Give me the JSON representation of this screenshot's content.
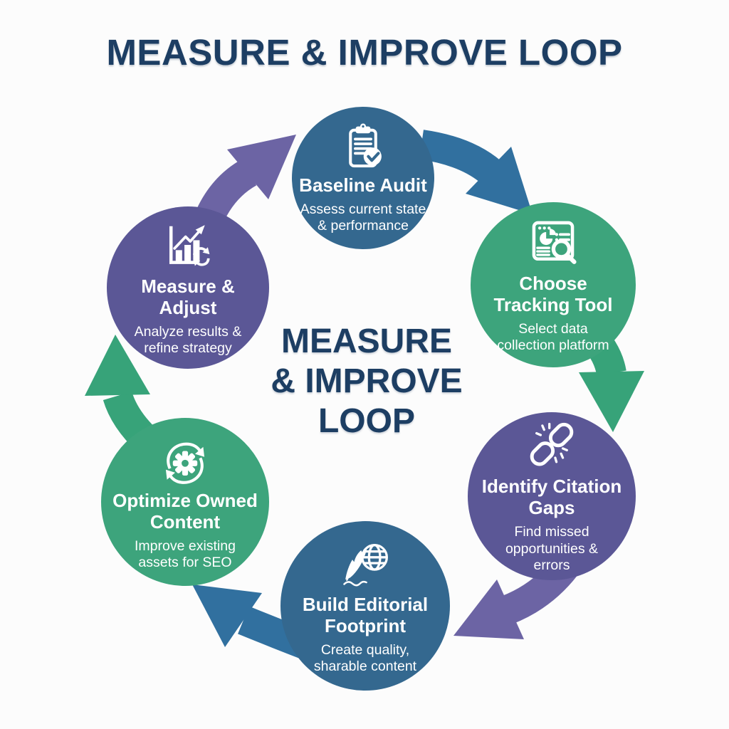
{
  "title": "MEASURE & IMPROVE LOOP",
  "center_label": "MEASURE\n& IMPROVE\nLOOP",
  "palette": {
    "node_blue": "#34688f",
    "node_green": "#3da47c",
    "node_purple": "#5b5796",
    "arrow_blue": "#31709f",
    "arrow_green": "#37a379",
    "arrow_purple": "#6c64a4",
    "heading_navy": "#1d3e63",
    "node_text": "#ffffff",
    "background": "#fcfcfc"
  },
  "nodes": [
    {
      "id": "baseline-audit",
      "title": "Baseline Audit",
      "subtitle": "Assess current state\n& performance",
      "icon": "clipboard-check-icon",
      "color": "#34688f"
    },
    {
      "id": "choose-tracking-tool",
      "title": "Choose\nTracking Tool",
      "subtitle": "Select data\ncollection platform",
      "icon": "browser-analytics-search-icon",
      "color": "#3da47c"
    },
    {
      "id": "identify-citation-gaps",
      "title": "Identify Citation\nGaps",
      "subtitle": "Find missed\nopportunities &\nerrors",
      "icon": "broken-chain-link-icon",
      "color": "#5b5796"
    },
    {
      "id": "build-editorial-footprint",
      "title": "Build Editorial\nFootprint",
      "subtitle": "Create quality,\nsharable content",
      "icon": "quill-globe-icon",
      "color": "#34688f"
    },
    {
      "id": "optimize-owned-content",
      "title": "Optimize Owned\nContent",
      "subtitle": "Improve existing\nassets for SEO",
      "icon": "gear-refresh-icon",
      "color": "#3da47c"
    },
    {
      "id": "measure-adjust",
      "title": "Measure &\nAdjust",
      "subtitle": "Analyze results &\nrefine strategy",
      "icon": "bar-chart-growth-refresh-icon",
      "color": "#5b5796"
    }
  ],
  "connections": [
    {
      "from": "measure-adjust",
      "to": "baseline-audit",
      "color": "#6c64a4"
    },
    {
      "from": "baseline-audit",
      "to": "choose-tracking-tool",
      "color": "#31709f"
    },
    {
      "from": "choose-tracking-tool",
      "to": "identify-citation-gaps",
      "color": "#37a379"
    },
    {
      "from": "identify-citation-gaps",
      "to": "build-editorial-footprint",
      "color": "#6c64a4"
    },
    {
      "from": "build-editorial-footprint",
      "to": "optimize-owned-content",
      "color": "#31709f"
    },
    {
      "from": "optimize-owned-content",
      "to": "measure-adjust",
      "color": "#37a379"
    }
  ]
}
